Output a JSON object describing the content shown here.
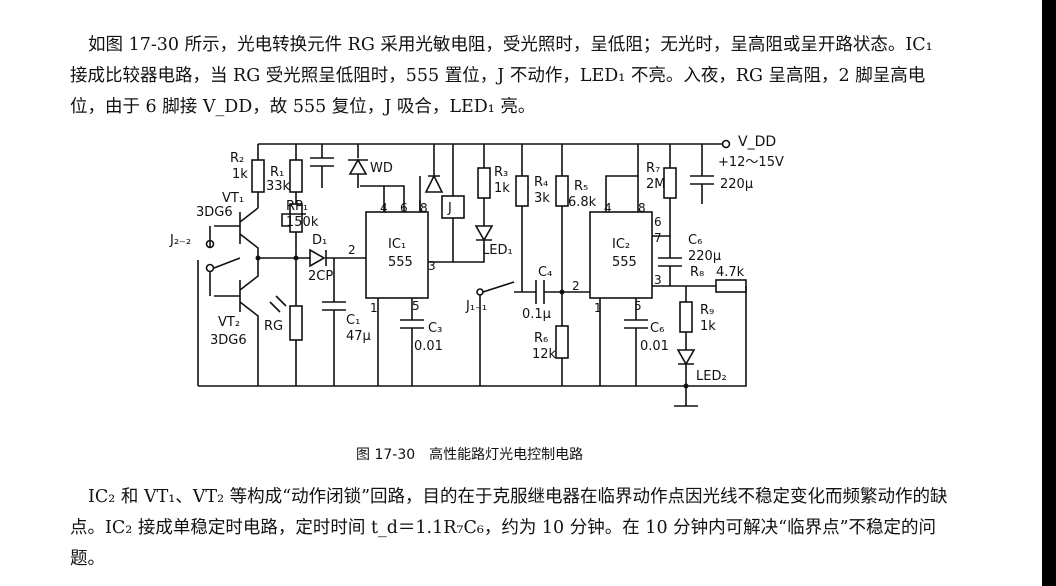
{
  "text": {
    "para1": "如图 17-30 所示，光电转换元件 RG 采用光敏电阻，受光照时，呈低阻；无光时，呈高阻或呈开路状态。IC₁ 接成比较器电路，当 RG 受光照呈低阻时，555 置位，J 不动作，LED₁ 不亮。入夜，RG 呈高阻，2 脚呈高电位，由于 6 脚接 V_DD，故 555 复位，J 吸合，LED₁ 亮。",
    "para2": "IC₂ 和 VT₁、VT₂ 等构成“动作闭锁”回路，目的在于克服继电器在临界动作点因光线不稳定变化而频繁动作的缺点。IC₂ 接成单稳定时电路，定时时间 t_d＝1.1R₇C₆，约为 10 分钟。在 10 分钟内可解决“临界点”不稳定的问题。"
  },
  "figure": {
    "number": "图 17-30",
    "title": "高性能路灯光电控制电路"
  },
  "circuit": {
    "vdd": "V_DD",
    "supply": "+12～15V",
    "labels": {
      "R2": "R₂",
      "R2v": "1k",
      "R1": "R₁",
      "R1v": "33k",
      "VT1": "VT₁",
      "VT1t": "3DG6",
      "RP1": "RP₁",
      "RP1v": "150k",
      "D1": "D₁",
      "D1t": "2CP",
      "J22": "J₂₋₂",
      "VT2": "VT₂",
      "VT2t": "3DG6",
      "RG": "RG",
      "C1": "C₁",
      "C1v": "47μ",
      "WD": "WD",
      "IC1": "IC₁",
      "IC1t": "555",
      "J": "J",
      "R3": "R₃",
      "R3v": "1k",
      "LED1": "LED₁",
      "C3": "C₃",
      "C3v": "0.01",
      "R4": "R₄",
      "R4v": "3k",
      "C4": "C₄",
      "C4v": "0.1μ",
      "J11": "J₁₋₁",
      "R6": "R₆",
      "R6v": "12k",
      "R5": "R₅",
      "R5v": "6.8k",
      "IC2": "IC₂",
      "IC2t": "555",
      "R7": "R₇",
      "R7v": "2M",
      "C6a": "C₆",
      "C6av": "220μ",
      "C2v": "220μ",
      "R8": "R₈",
      "R8v": "4.7k",
      "R9": "R₉",
      "R9v": "1k",
      "C5": "C₆",
      "C5v": "0.01",
      "LED2": "LED₂",
      "p4a": "4",
      "p6a": "6",
      "p8a": "8",
      "p2a": "2",
      "p3a": "3",
      "p1a": "1",
      "p5a": "5",
      "p4b": "4",
      "p8b": "8",
      "p6b": "6",
      "p7b": "7",
      "p2b": "2",
      "p3b": "3",
      "p1b": "1",
      "p5b": "5"
    }
  }
}
